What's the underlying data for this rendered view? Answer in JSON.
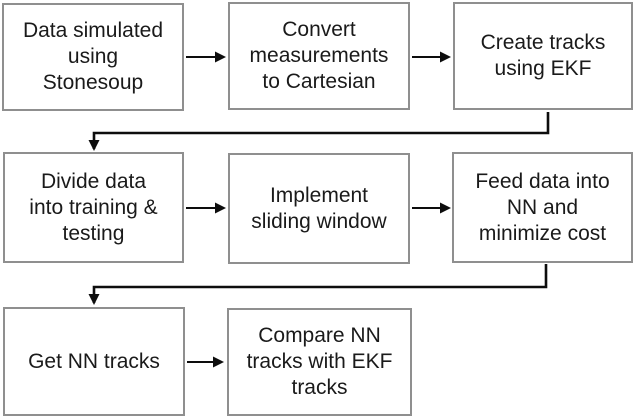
{
  "figure": {
    "background": "#ffffff",
    "box_border_color": "#8f8f8f",
    "arrow_color": "#0d0d0d",
    "text_color": "#1a1a1a"
  },
  "nodes": [
    {
      "id": "data-simulated",
      "label": "Data simulated\nusing\nStonesoup"
    },
    {
      "id": "convert-cartesian",
      "label": "Convert\nmeasurements\nto Cartesian"
    },
    {
      "id": "create-tracks-ekf",
      "label": "Create tracks\nusing EKF"
    },
    {
      "id": "divide-data",
      "label": "Divide data\ninto training &\ntesting"
    },
    {
      "id": "sliding-window",
      "label": "Implement\nsliding window"
    },
    {
      "id": "feed-nn",
      "label": "Feed data into\nNN and\nminimize cost"
    },
    {
      "id": "get-nn-tracks",
      "label": "Get NN tracks"
    },
    {
      "id": "compare-tracks",
      "label": "Compare NN\ntracks with EKF\ntracks"
    }
  ]
}
